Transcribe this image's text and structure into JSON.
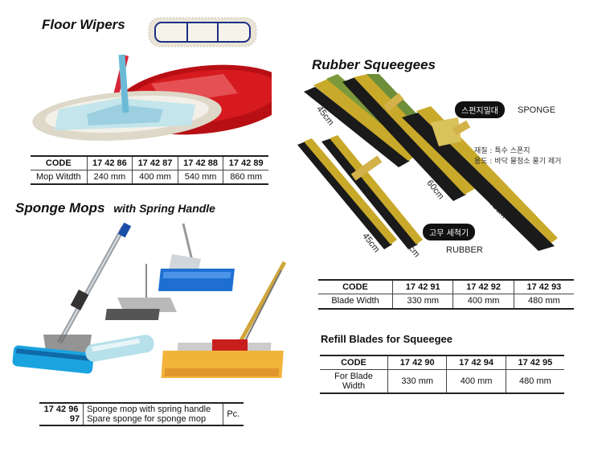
{
  "floor_wipers": {
    "title": "Floor Wipers",
    "table": {
      "header": [
        "CODE",
        "17 42 86",
        "17 42 87",
        "17 42 88",
        "17 42 89"
      ],
      "row": [
        "Mop Witdth",
        "240 mm",
        "400 mm",
        "540 mm",
        "860 mm"
      ]
    }
  },
  "sponge_mops": {
    "title": "Sponge Mops",
    "subtitle": "with Spring Handle",
    "codes": [
      "17 42 96",
      "97"
    ],
    "descriptions": [
      "Sponge mop with spring handle",
      "Spare sponge for sponge mop"
    ],
    "unit": "Pc."
  },
  "rubber_squeegees": {
    "title": "Rubber Squeegees",
    "sponge_tag": "스펀지밀대",
    "sponge_label": "SPONGE",
    "material_line": "재질 : 특수 스폰지",
    "usage_line": "용도 : 바닥 물청소 물기 제거",
    "rubber_tag": "고무 세척기",
    "rubber_label": "RUBBER",
    "length_labels": [
      "45cm",
      "60cm",
      "92cm",
      "45cm",
      "55cm"
    ],
    "table": {
      "header": [
        "CODE",
        "17 42 91",
        "17 42 92",
        "17 42 93"
      ],
      "row": [
        "Blade Width",
        "330 mm",
        "400 mm",
        "480 mm"
      ]
    }
  },
  "refill_blades": {
    "title": "Refill Blades for Squeegee",
    "table": {
      "header": [
        "CODE",
        "17 42 90",
        "17 42 94",
        "17 42 95"
      ],
      "row_label_1": "For Blade",
      "row_label_2": "Width",
      "row": [
        "330 mm",
        "400 mm",
        "480 mm"
      ]
    }
  }
}
